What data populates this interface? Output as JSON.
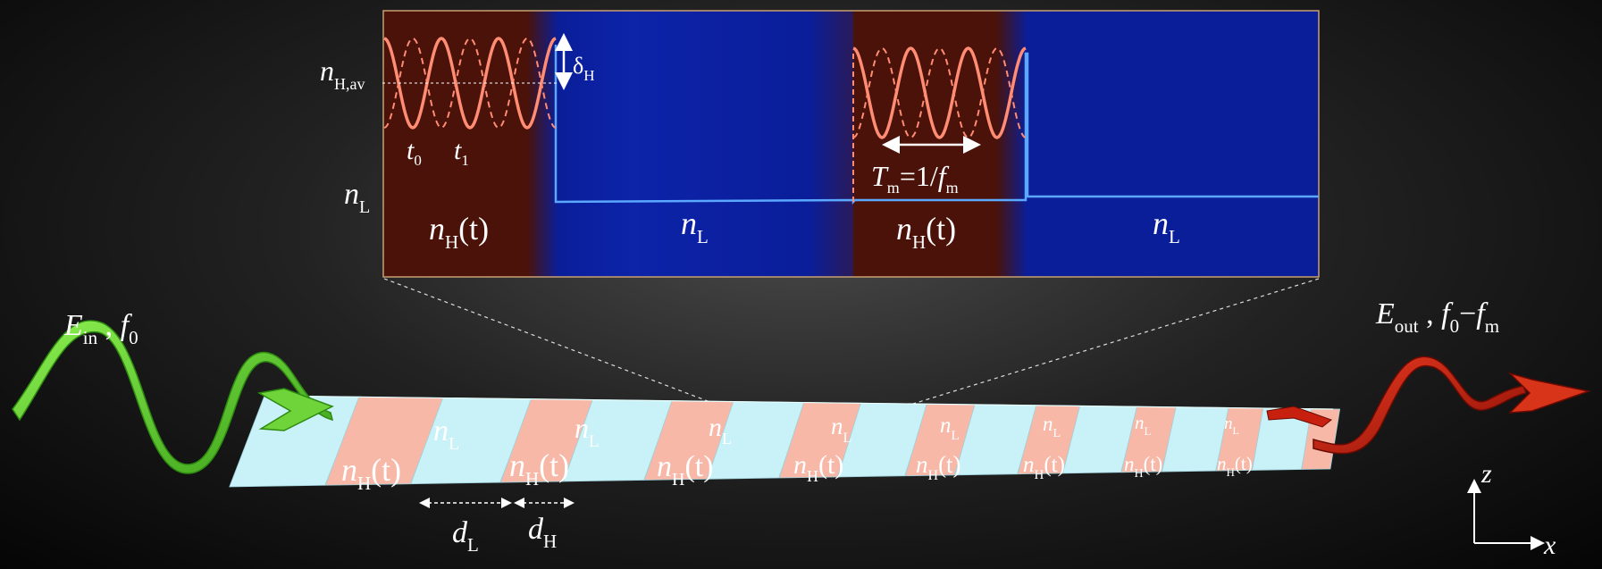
{
  "inset": {
    "n_h_av": {
      "main": "n",
      "sub": "H,av"
    },
    "n_l_axis": {
      "main": "n",
      "sub": "L"
    },
    "delta_h": {
      "main": "δ",
      "sub": "H"
    },
    "t0": {
      "main": "t",
      "sub": "0"
    },
    "t1": {
      "main": "t",
      "sub": "1"
    },
    "period": {
      "T": "T",
      "T_sub": "m",
      "eq": "=1/",
      "f": "f",
      "f_sub": "m"
    },
    "regions": [
      {
        "main": "n",
        "sub": "H",
        "tail": "(t)"
      },
      {
        "main": "n",
        "sub": "L",
        "tail": ""
      },
      {
        "main": "n",
        "sub": "H",
        "tail": "(t)"
      },
      {
        "main": "n",
        "sub": "L",
        "tail": ""
      }
    ],
    "colors": {
      "high_region": "#4a1208",
      "low_region": "#0a1e9a",
      "wave": "#ff8c73",
      "profile": "#5aa8ff"
    }
  },
  "input_wave": {
    "E": "E",
    "E_sub": "in",
    "sep": " , ",
    "f": "f",
    "f_sub": "0",
    "color": "#5fd42a"
  },
  "output_wave": {
    "E": "E",
    "E_sub": "out",
    "sep": " , ",
    "f": "f",
    "f_sub": "0",
    "minus": "−",
    "f2": "f",
    "f2_sub": "m",
    "color": "#c8200e"
  },
  "waveguide": {
    "low_label": {
      "main": "n",
      "sub": "L"
    },
    "high_label": {
      "main": "n",
      "sub": "H",
      "tail": "(t)"
    },
    "colors": {
      "low": "#c8f1f8",
      "high": "#f8b8a8"
    }
  },
  "dims": {
    "dL": {
      "main": "d",
      "sub": "L"
    },
    "dH": {
      "main": "d",
      "sub": "H"
    }
  },
  "axes": {
    "z": "z",
    "x": "x"
  }
}
